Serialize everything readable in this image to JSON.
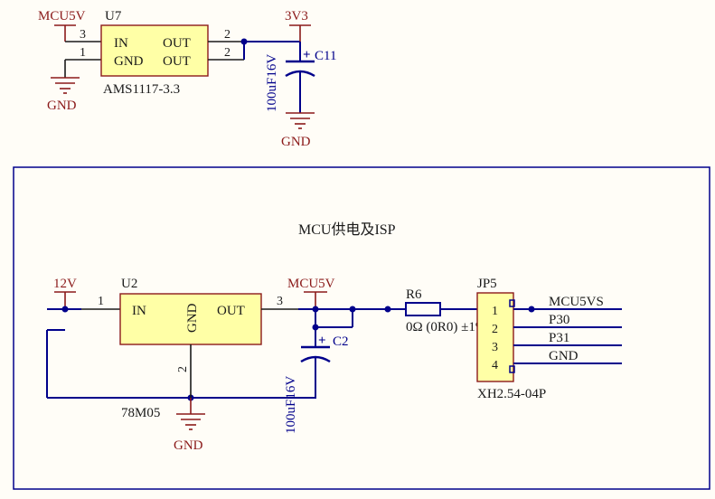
{
  "title": "MCU供电及ISP",
  "u7": {
    "ref": "U7",
    "part": "AMS1117-3.3",
    "pin_in_label": "IN",
    "pin_gnd_label": "GND",
    "pin_out1_label": "OUT",
    "pin_out2_label": "OUT",
    "pin3": "3",
    "pin1": "1",
    "pin2a": "2",
    "pin2b": "2"
  },
  "c11": {
    "ref": "C11",
    "value": "100uF16V",
    "plus": "+"
  },
  "u2": {
    "ref": "U2",
    "part": "78M05",
    "pin_in_label": "IN",
    "pin_gnd_label": "GND",
    "pin_out_label": "OUT",
    "pin1": "1",
    "pin2": "2",
    "pin3": "3"
  },
  "c2": {
    "ref": "C2",
    "value": "100uF16V",
    "plus": "+"
  },
  "r6": {
    "ref": "R6",
    "value": "0Ω (0R0) ±1%"
  },
  "jp5": {
    "ref": "JP5",
    "part": "XH2.54-04P",
    "pins": [
      "1",
      "2",
      "3",
      "4"
    ],
    "nets": [
      "MCU5VS",
      "P30",
      "P31",
      "GND"
    ]
  },
  "power": {
    "mcu5v_top": "MCU5V",
    "v3v3": "3V3",
    "gnd_u7": "GND",
    "gnd_c11": "GND",
    "v12": "12V",
    "mcu5v_bottom": "MCU5V",
    "gnd_u2": "GND"
  },
  "colors": {
    "wire": "#00008b",
    "component_fill": "#ffffa6",
    "component_border": "#8b1a1a",
    "power_label": "#8b1a1a"
  }
}
